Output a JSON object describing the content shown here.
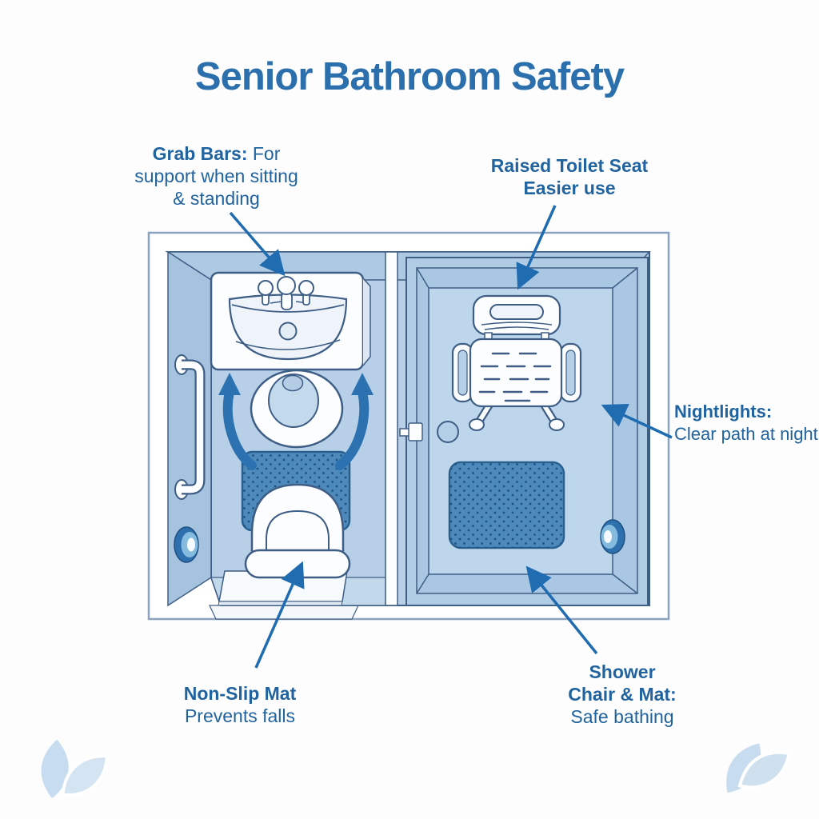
{
  "title": "Senior Bathroom Safety",
  "annotations": {
    "grab_bars": {
      "bold": "Grab Bars:",
      "rest": " For",
      "line2": "support when sitting",
      "line3": "& standing"
    },
    "raised_seat": {
      "line1": "Raised Toilet Seat",
      "line2": "Easier use"
    },
    "nightlights": {
      "bold": "Nightlights:",
      "line2": "Clear path at night"
    },
    "non_slip": {
      "bold": "Non-Slip Mat",
      "line2": "Prevents falls"
    },
    "shower": {
      "line1": "Shower",
      "line2": "Chair & Mat:",
      "line3": "Safe bathing"
    }
  },
  "diagram": {
    "type": "bathroom-floor-plan",
    "rooms": [
      "toilet-and-sink-area",
      "shower-enclosure"
    ],
    "fixtures": [
      "sink-counter",
      "faucet-knobs",
      "toilet",
      "grab-bar",
      "non-slip-mat",
      "raised-toilet-seat",
      "bath-floor-mat",
      "entry-threshold",
      "nightlight-left",
      "shower-door-handle",
      "shower-drain",
      "shower-chair",
      "shower-mat",
      "nightlight-right"
    ],
    "arrows": [
      "lift-arrow-left",
      "lift-arrow-right",
      "pointer-grab-bars",
      "pointer-raised-seat",
      "pointer-nightlights",
      "pointer-non-slip",
      "pointer-shower"
    ]
  },
  "colors": {
    "title_blue": "#2b6fad",
    "label_blue": "#20639f",
    "arrow_blue": "#1f6cb0",
    "outline_navy": "#3f5e86",
    "floor_blue": "#b7d0e7",
    "wall_blue": "#a9c7e2",
    "mat_blue": "#4d8abb",
    "mat_dot_blue": "#1d5382",
    "nightlight_blue": "#2e6fae",
    "fixture_white": "#fcfdfe",
    "leaf_blue": "#c7dcee"
  }
}
